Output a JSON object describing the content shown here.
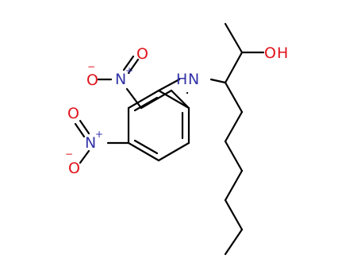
{
  "molecule": {
    "colors": {
      "bond": "#000000",
      "nitrogen": "#3232a8",
      "oxygen": "#e0121b"
    },
    "labels": {
      "amine_n": "N",
      "amine_h": "H",
      "hydroxyl_o": "O",
      "hydroxyl_h": "H",
      "nitro1_n": "N",
      "nitro1_plus": "+",
      "nitro1_o_double": "O",
      "nitro1_o_single": "O",
      "nitro1_minus": "−",
      "nitro2_n": "N",
      "nitro2_plus": "+",
      "nitro2_o_double": "O",
      "nitro2_o_single": "O",
      "nitro2_minus": "−"
    }
  }
}
